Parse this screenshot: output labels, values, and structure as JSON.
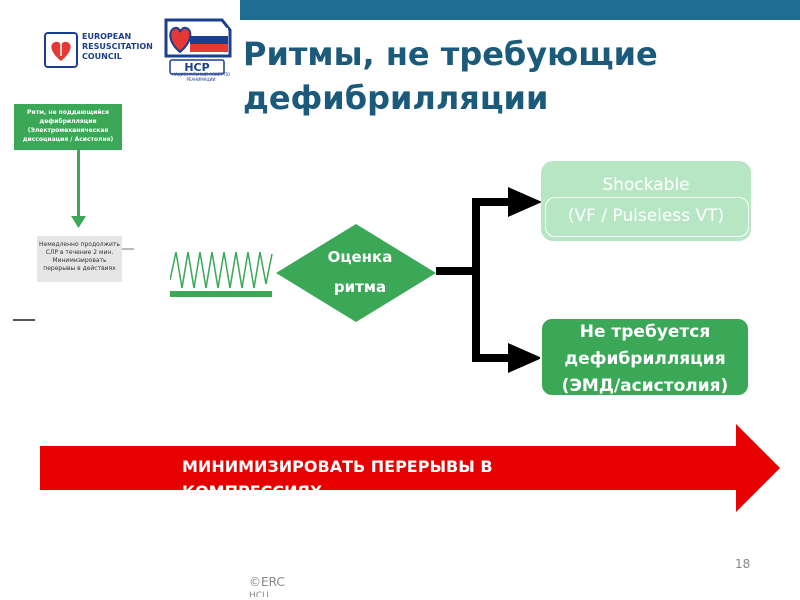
{
  "logos": {
    "erc_text": [
      "EUROPEAN",
      "RESUSCITATION",
      "COUNCIL"
    ],
    "ncr_letters": "НСР",
    "ncr_caption": "НАЦИОНАЛЬНЫЙ СОВЕТ ПО РЕАНИМАЦИИ"
  },
  "slide": {
    "title_line1": "Ритмы, не требующие",
    "title_line2": "дефибрилляции",
    "left_green_box": [
      "Ритм, не поддающийся",
      "дефибрилляции",
      "(Электромеханическая",
      "диссоциация / Асистолия)"
    ],
    "left_gray_box": [
      "Немедленно продолжить",
      "СЛР в течение 2 мин.",
      "Минимизировать",
      "перерывы в действиях"
    ],
    "diamond_line1": "Оценка",
    "diamond_line2": "ритма",
    "shockable_line1": "Shockable",
    "shockable_line2": "(VF / Pulseless VT)",
    "noshock_line1": "Не требуется",
    "noshock_line2": "дефибрилляция",
    "noshock_line3": "(ЭМД/асистолия)",
    "banner_line1": "МИНИМИЗИРОВАТЬ ПЕРЕРЫВЫ В",
    "banner_line2": "КОМПРЕССИЯХ",
    "footer": "©ERC",
    "footer2": "НСЦ",
    "page_number": "18"
  },
  "colors": {
    "topbar": "#1f6e91",
    "title": "#1b5a7a",
    "green": "#3aa857",
    "light_green": "#b7e6c5",
    "red": "#e60000"
  }
}
